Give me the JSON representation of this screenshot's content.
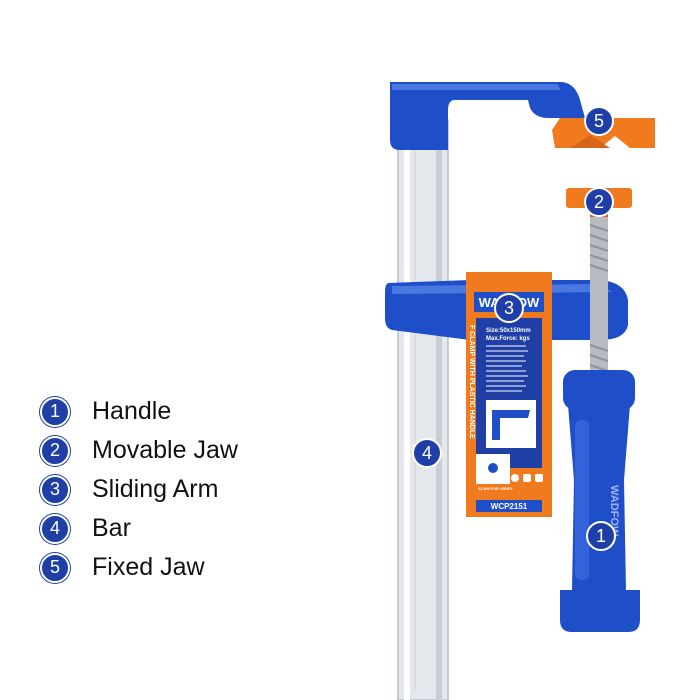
{
  "legend": [
    {
      "num": "1",
      "label": "Handle"
    },
    {
      "num": "2",
      "label": "Movable Jaw"
    },
    {
      "num": "3",
      "label": "Sliding Arm"
    },
    {
      "num": "4",
      "label": "Bar"
    },
    {
      "num": "5",
      "label": "Fixed Jaw"
    }
  ],
  "callouts": {
    "handle": "1",
    "movable_jaw": "2",
    "sliding_arm": "3",
    "bar": "4",
    "fixed_jaw": "5"
  },
  "product_label": {
    "brand": "WADFOW",
    "size": "Size:50x150mm",
    "max_force": "Max.Force:    kgs",
    "name": "F CLAMP WITH PLASTIC HANDLE",
    "scan_text": "SCAN FOR VIDEO",
    "model": "WCP2151"
  },
  "handle_brand": "WADFOW",
  "colors": {
    "blue": "#1f4fc8",
    "dark_blue": "#1f3fa6",
    "orange": "#f07a1e",
    "silver": "#d9dde2"
  }
}
